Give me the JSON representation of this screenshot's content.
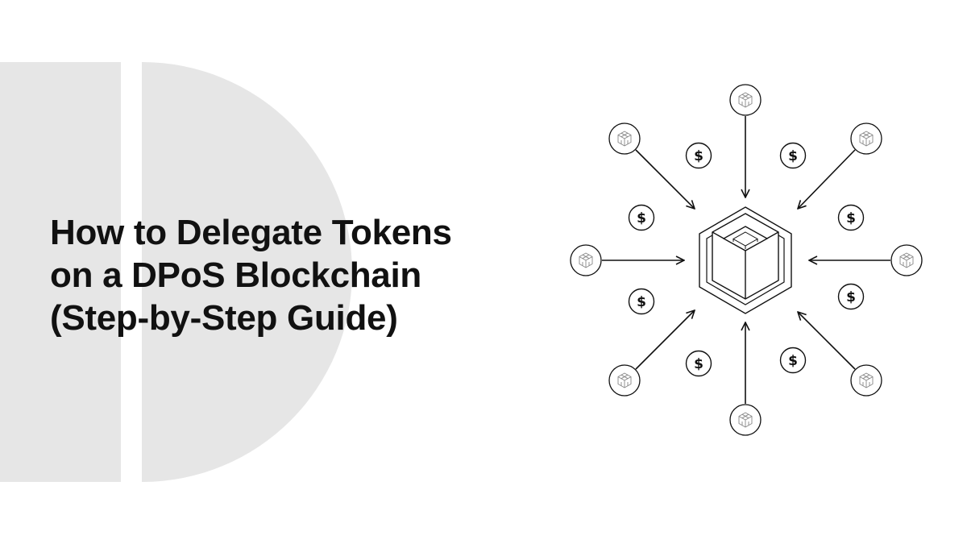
{
  "title_lines": [
    "How to Delegate Tokens",
    "on a DPoS Blockchain",
    "(Step-by-Step Guide)"
  ],
  "coin_symbol": "$",
  "colors": {
    "background": "#ffffff",
    "shape": "#e6e6e6",
    "ink": "#111111"
  },
  "icons": {
    "center": "hexagon-cube-icon",
    "nodes": "cube-node-icon",
    "coins": "dollar-coin-icon"
  }
}
